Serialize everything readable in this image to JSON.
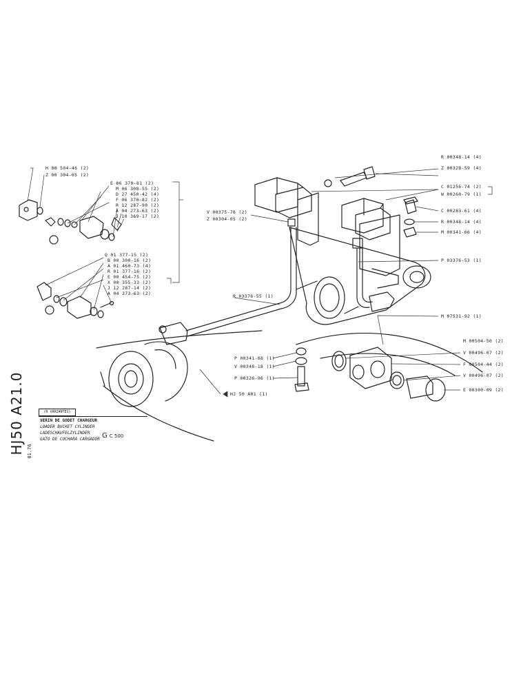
{
  "drawing": {
    "sheet_code": "HJ50 A21.0",
    "sheet_sub": "01.76",
    "title_tag": "(R VARIANTES)",
    "title_lines": [
      "VERIN DE GODET CHARGEUR",
      "LOADER BUCKET CYLINDER",
      "LADESCHAUFELZYLINDER",
      "GATO DE CUCHARA CARGADOR"
    ],
    "group_letter": "G",
    "group_model": "C 500"
  },
  "labels": {
    "h_00504_46": "H 00 504-46 (2)",
    "z_00304_05_top": "Z 00 304-05 (2)",
    "e_06370_81": "E 06 370-81 (2)",
    "m_06308_55": "M 06 308-55 (2)",
    "d_27450_42": "D 27 450-42 (4)",
    "f_06370_82": "F 06 370-82 (2)",
    "r_12287_90": "R 12 287-90 (2)",
    "a_04273_63a": "A 04 273-63 (2)",
    "j_10369_17": "J 10 369-17 (2)",
    "q_01377_15": "Q 01 377-15 (2)",
    "b_00300_16": "B 00 300-16 (2)",
    "a_01460_73": "A 01 460-73 (4)",
    "r_01377_16": "R 01 377-16 (2)",
    "e_00454_75": "E 00 454-75 (2)",
    "x_00355_33": "X 00 355-33 (2)",
    "j_12287_14": "J 12 287-14 (2)",
    "a_04273_63b": "A 04 273-63 (2)",
    "r_00348_14_a": "R 00348-14 (4)",
    "z_00328_59": "Z 00328-59 (4)",
    "c_01256_74": "C 01256-74 (2)",
    "w_00260_79": "W 00260-79 (1)",
    "c_00283_61": "C 00283-61 (4)",
    "r_00348_14_b": "R 00348-14 (4)",
    "m_00341_66": "M 00341-66 (4)",
    "v_00375_78": "V 00375-78 (2)",
    "z_00304_05": "Z 00304-05 (2)",
    "p_03376_53": "P 03376-53 (1)",
    "r_03376_55": "R 03376-55 (1)",
    "m_07531_92": "M 07531-92 (1)",
    "m_00504_50": "M 00504-50 (2)",
    "p_00341_68": "P 00341-68 (1)",
    "v_00348_18": "V 00348-18 (1)",
    "p_00326_96": "P 00326-96 (1)",
    "v_00496_07a": "V 00496-07 (2)",
    "f_00504_44": "F 00504-44 (2)",
    "v_00496_07b": "V 00496-07 (2)",
    "e_00300_09": "E 00300-09 (2)",
    "hj50_a01": "HJ 50 A01 (1)"
  }
}
